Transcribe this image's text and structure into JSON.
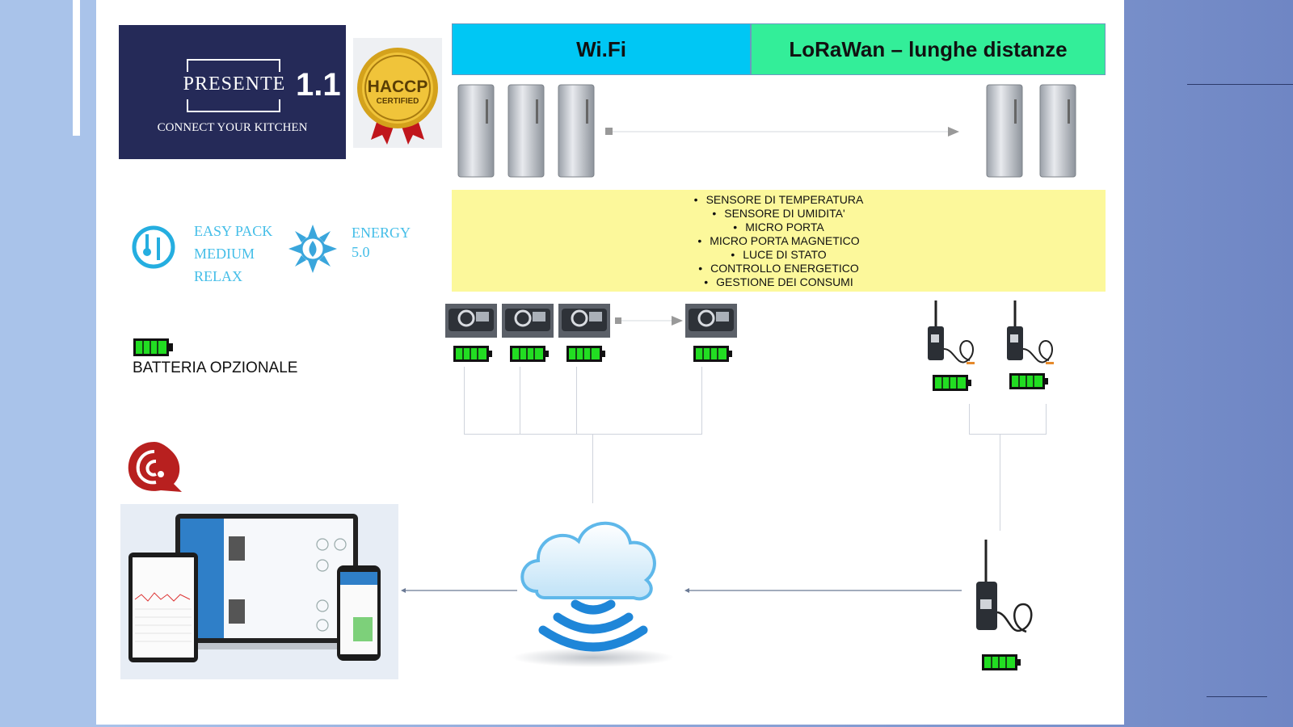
{
  "logo": {
    "name": "PRESENTE",
    "version": "1.1",
    "tagline": "CONNECT YOUR KITCHEN"
  },
  "badge": {
    "title": "HACCP",
    "subtitle": "CERTIFIED"
  },
  "headers": {
    "wifi": "Wi.Fi",
    "lorawan": "LoRaWan – lunghe distanze"
  },
  "features": [
    "SENSORE DI TEMPERATURA",
    "SENSORE DI UMIDITA'",
    "MICRO PORTA",
    "MICRO PORTA MAGNETICO",
    "LUCE DI STATO",
    "CONTROLLO ENERGETICO",
    "GESTIONE DEI CONSUMI"
  ],
  "packs": {
    "line1": "EASY PACK",
    "line2": "MEDIUM",
    "line3": "RELAX"
  },
  "energy": {
    "line1": "ENERGY",
    "line2": "5.0"
  },
  "battery_label": "BATTERIA OPZIONALE",
  "colors": {
    "wifi": "#00c7f4",
    "lorawan": "#33ee99",
    "features_bg": "#fcf89b",
    "logo_bg": "#252a58",
    "battery": "#22dd22"
  }
}
